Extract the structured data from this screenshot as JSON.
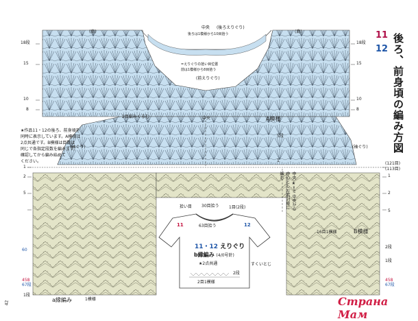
{
  "title": {
    "num_a": "11",
    "num_b": "12",
    "text": "後ろ、前身頃の編み方図"
  },
  "yoke": {
    "shoulder_left": "(肩)",
    "shoulder_right": "(肩)",
    "center": "中央",
    "back_neck": "(後ろえりぐり)",
    "front_neck": "(前えりぐり)",
    "back_neck_note_1": "後ろは1模様から10目拾う",
    "back_neck_note_2": "後ろは1模様から10目拾う",
    "neck_shaping_note_1": "=えりぐりの拾い目位置",
    "neck_shaping_note_2": "前は1模様から8目拾う",
    "row_left": [
      "18段",
      "15",
      "10",
      "8"
    ],
    "row_right": [
      "18段",
      "15",
      "10",
      "8"
    ],
    "armhole_left": "(袖ぐり)",
    "armhole_right": "(袖ぐり)",
    "a_pattern": "A模様",
    "center_2": "中央",
    "chain_note": "2目編みくるむ",
    "rows_5": "5段",
    "rows_1": "1",
    "side_marks": [
      "5",
      "1"
    ]
  },
  "note": {
    "line1": "★作品11・12の後ろ、前身頃を",
    "line2": "同時に表示しています。A模様は",
    "line3": "2点共通です。B模様は目数は",
    "line4": "同じで各指定段数を編みます。",
    "line5": "確認してから編み始めて",
    "line6": "ください。"
  },
  "lower": {
    "count_121": "(121目)",
    "count_113": "(113目)",
    "rows_left": [
      "1",
      "2",
      "5",
      "60",
      "458",
      "67段",
      "1段"
    ],
    "rows_right": [
      "1",
      "2",
      "5",
      "2段",
      "1段",
      "458",
      "67段"
    ],
    "center_vertical": "中央 ★=ミ 中央から中心とし 左右対称に編む",
    "b_pattern": "B模様",
    "a_edge": "a縁編み",
    "one_pattern": "1模様",
    "sixteen": "16目1模様"
  },
  "tee": {
    "pick_up": "拾い目",
    "stitches_30": "30目拾う",
    "stitches_63": "63目拾う",
    "twelve_eye": "1目(2段)",
    "label_11": "11",
    "label_12": "12",
    "title_num": "11・12",
    "title_text": "えりぐり",
    "sub": "b縁編み",
    "needle": "(4/0号針)",
    "common": "★2点共通",
    "rows_2": "2段",
    "pattern_2": "2目1模様",
    "shoulder": "すくいとじ",
    "fold": "すくいとじ"
  },
  "page_number": "42",
  "watermark": "Страна Мам",
  "colors": {
    "blue_fill": "#c7dff0",
    "green_fill": "#e3e4c8",
    "line": "#3a3a3a",
    "accent_red": "#b0124a",
    "accent_blue": "#1f56a8"
  }
}
